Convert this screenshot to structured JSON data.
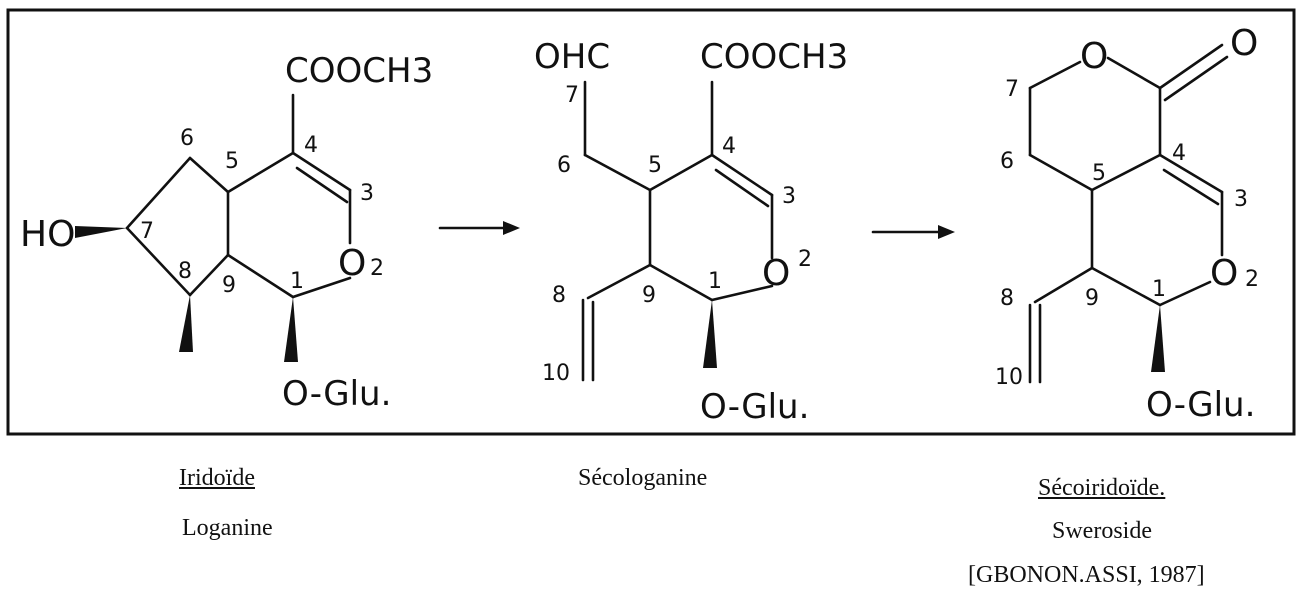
{
  "loganine": {
    "cooch3": "COOCH3",
    "ho": "HO",
    "o": "O",
    "oglu": "O-Glu.",
    "n1": "1",
    "n2": "2",
    "n3": "3",
    "n4": "4",
    "n5": "5",
    "n6": "6",
    "n7": "7",
    "n8": "8",
    "n9": "9"
  },
  "secologanine": {
    "ohc": "OHC",
    "cooch3": "COOCH3",
    "o": "O",
    "oglu": "O-Glu.",
    "n1": "1",
    "n2": "2",
    "n3": "3",
    "n4": "4",
    "n5": "5",
    "n6": "6",
    "n7": "7",
    "n8": "8",
    "n9": "9",
    "n10": "10"
  },
  "sweroside": {
    "o_ring": "O",
    "o_keto": "O",
    "o": "O",
    "oglu": "O-Glu.",
    "n1": "1",
    "n2": "2",
    "n3": "3",
    "n4": "4",
    "n5": "5",
    "n6": "6",
    "n7": "7",
    "n8": "8",
    "n9": "9",
    "n10": "10"
  },
  "captions": {
    "iridoide": "Iridoïde",
    "loganine": "Loganine",
    "secologanine": "Sécologanine",
    "secoiridoide": "Sécoiridoïde.",
    "sweroside": "Sweroside",
    "citation": "[GBONON.ASSI, 1987]"
  }
}
